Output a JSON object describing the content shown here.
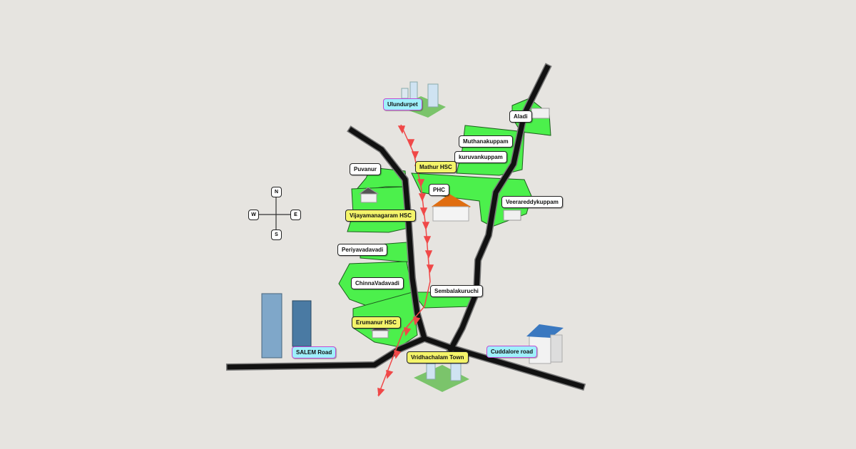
{
  "compass": {
    "north": "N",
    "south": "S",
    "east": "E",
    "west": "W"
  },
  "places": {
    "ulundurpet": "Ulundurpet",
    "aladi": "Aladi",
    "muthanakuppam": "Muthanakuppam",
    "kuruvankuppam": "kuruvankuppam",
    "puvanur": "Puvanur",
    "mathur_hsc": "Mathur HSC",
    "phc": "PHC",
    "veerareddykuppam": "Veerareddykuppam",
    "vijayamanagaram_hsc": "Vijayamanagaram HSC",
    "periyavadavadi": "Periyavadavadi",
    "chinnavadavadi": "ChinnaVadavadi",
    "sembalakuruchi": "Sembalakuruchi",
    "erumanur_hsc": "Erumanur HSC",
    "salem_road": "SALEM Road",
    "vridhachalam_town": "Vridhachalam Town",
    "cuddalore_road": "Cuddalore road"
  },
  "colors": {
    "region": "#4cf04c",
    "road": "#111111",
    "rail": "#f04848",
    "hsc": "#f4f46a",
    "road_label": "#9ff0fb"
  }
}
